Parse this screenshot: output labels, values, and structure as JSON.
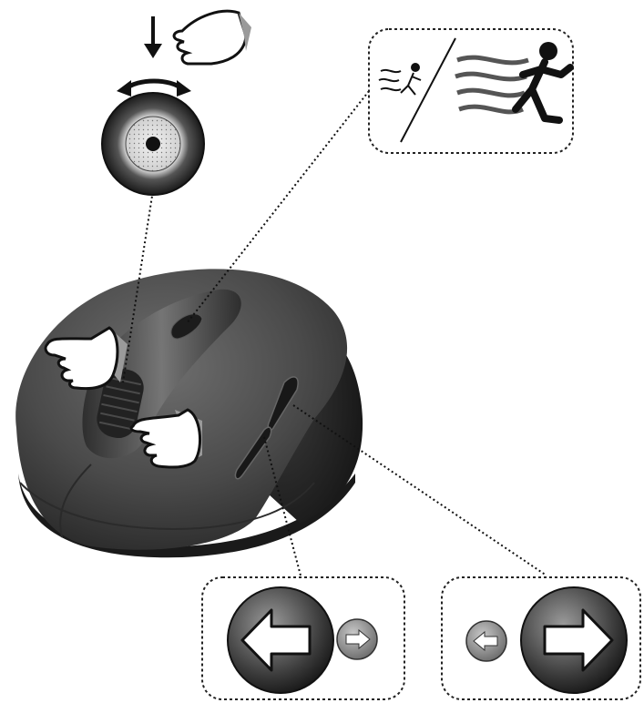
{
  "figure": {
    "type": "mouse-button-function-diagram",
    "callouts": [
      {
        "name": "scroll-wheel-callout",
        "icon": "scroll-wheel-press-and-tilt-icon"
      },
      {
        "name": "dpi-speed-callout",
        "icon": "slow-fast-runner-icon"
      },
      {
        "name": "back-button-callout",
        "icon": "back-arrow-icon"
      },
      {
        "name": "forward-button-callout",
        "icon": "forward-arrow-icon"
      }
    ],
    "pointer_hands": [
      "left-click-hand-icon",
      "right-click-hand-icon",
      "press-hand-icon"
    ],
    "colors": {
      "mouse_body": "#4a4a4a",
      "mouse_highlight": "#6a6a6a",
      "callout_border": "#222222",
      "arrow_fill": "#ffffff",
      "runner": "#111111"
    }
  }
}
